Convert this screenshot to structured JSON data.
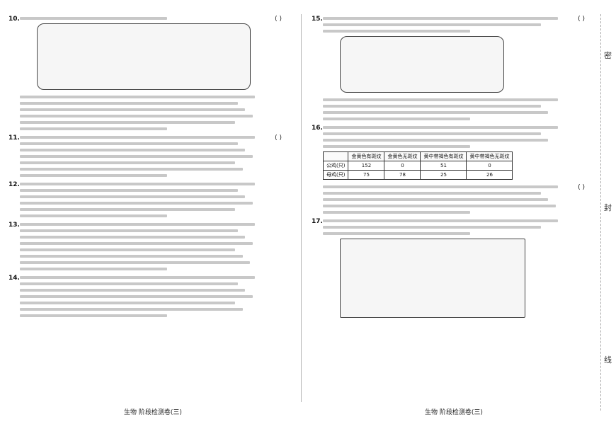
{
  "left": {
    "questions": [
      {
        "num": "10.",
        "paren": "(    )",
        "lines": 1,
        "figure": "large"
      },
      {
        "num": "",
        "paren": "",
        "lines": 6
      },
      {
        "num": "11.",
        "paren": "(    )",
        "lines": 7
      },
      {
        "num": "12.",
        "paren": "",
        "lines": 6
      },
      {
        "num": "13.",
        "paren": "",
        "lines": 8
      },
      {
        "num": "14.",
        "paren": "",
        "lines": 7
      }
    ]
  },
  "right": {
    "questions": [
      {
        "num": "15.",
        "paren": "(    )",
        "lines": 3,
        "figure": "medium"
      },
      {
        "num": "",
        "paren": "",
        "lines": 4
      },
      {
        "num": "16.",
        "paren": "",
        "lines": 4,
        "table": true
      },
      {
        "num": "",
        "paren": "(    )",
        "lines": 5
      },
      {
        "num": "17.",
        "paren": "",
        "lines": 3,
        "figure": "diagram"
      }
    ]
  },
  "table": {
    "headers": [
      "",
      "金黄色有斑纹",
      "金黄色无斑纹",
      "黄中带褐色有斑纹",
      "黄中带褐色无斑纹"
    ],
    "rows": [
      [
        "公鸡(只)",
        "152",
        "0",
        "51",
        "0"
      ],
      [
        "母鸡(只)",
        "75",
        "78",
        "25",
        "26"
      ]
    ]
  },
  "footer": {
    "left": "生物  阶段检测卷(三)",
    "right": "生物  阶段检测卷(三)"
  },
  "side_labels": [
    "密",
    "封",
    "线"
  ]
}
